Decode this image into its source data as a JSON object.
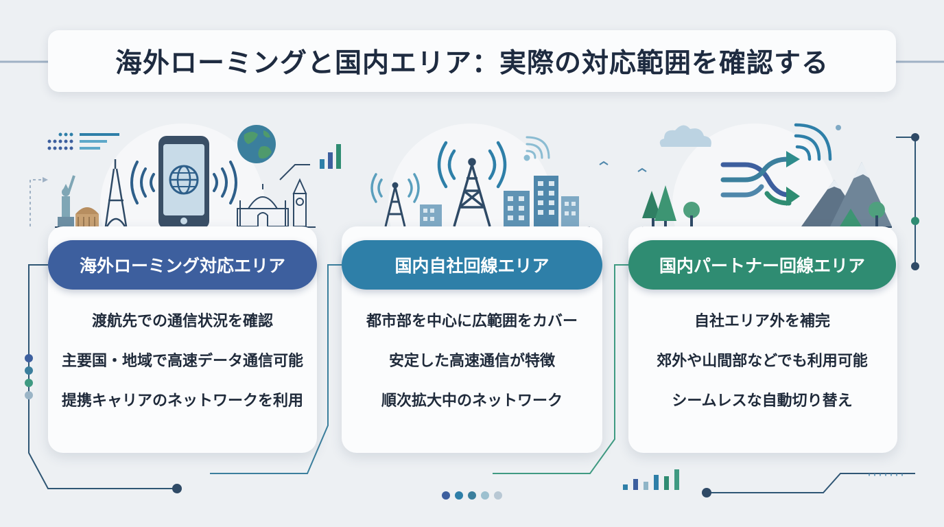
{
  "title": "海外ローミングと国内エリア：実際の対応範囲を確認する",
  "colors": {
    "background": "#edf0f3",
    "overseas": "#3d5f9e",
    "domestic_own": "#2e7fa8",
    "domestic_partner": "#2f8c72",
    "line": "#4f6f8a"
  },
  "columns": [
    {
      "heading": "海外ローミング対応エリア",
      "icons": [
        "statue-of-liberty-icon",
        "eiffel-tower-icon",
        "smartphone-globe-icon",
        "globe-icon",
        "taj-mahal-icon",
        "big-ben-icon",
        "bar-chart-icon"
      ],
      "items": [
        "渡航先での通信状況を確認",
        "主要国・地域で高速データ通信可能",
        "提携キャリアのネットワークを利用"
      ]
    },
    {
      "heading": "国内自社回線エリア",
      "icons": [
        "cell-tower-icon",
        "city-buildings-icon",
        "wifi-signal-icon"
      ],
      "items": [
        "都市部を中心に広範囲をカバー",
        "安定した高速通信が特徴",
        "順次拡大中のネットワーク"
      ]
    },
    {
      "heading": "国内パートナー回線エリア",
      "icons": [
        "cloud-icon",
        "trees-icon",
        "crossing-arrows-icon",
        "mountains-icon",
        "wifi-signal-icon"
      ],
      "items": [
        "自社エリア外を補完",
        "郊外や山間部などでも利用可能",
        "シームレスな自動切り替え"
      ]
    }
  ]
}
